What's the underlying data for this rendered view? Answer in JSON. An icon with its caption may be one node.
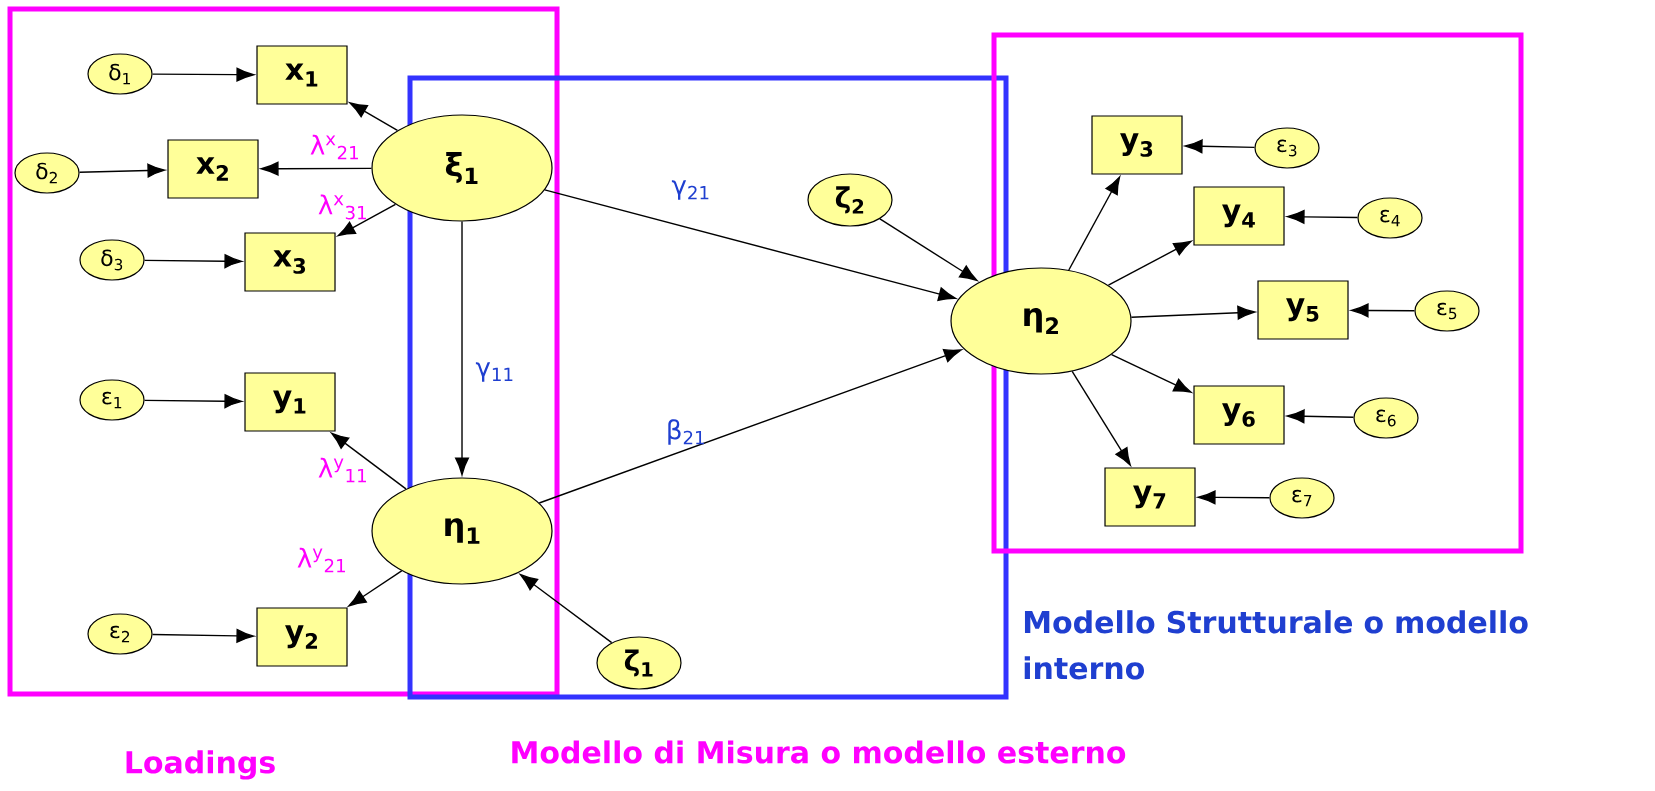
{
  "diagram": {
    "nodes": [
      {
        "text": [
          "δ$_{1}$"
        ]
      },
      {
        "text": [
          "x$_{1}$"
        ]
      },
      {
        "text": [
          "δ$_{2}$"
        ]
      },
      {
        "text": [
          "x$_{2}$"
        ]
      },
      {
        "text": [
          "ξ$_{1}$"
        ]
      },
      {
        "text": [
          "δ$_{3}$"
        ]
      },
      {
        "text": [
          "x$_{3}$"
        ]
      },
      {
        "text": [
          "ζ$_{2}$"
        ]
      },
      {
        "text": [
          "y$_{3}$"
        ]
      },
      {
        "text": [
          "ε$_{3}$"
        ]
      },
      {
        "text": [
          "y$_{4}$"
        ]
      },
      {
        "text": [
          "ε$_{4}$"
        ]
      },
      {
        "text": [
          "η$_{2}$"
        ]
      },
      {
        "text": [
          "y$_{5}$"
        ]
      },
      {
        "text": [
          "ε$_{5}$"
        ]
      },
      {
        "text": [
          "ε$_{1}$"
        ]
      },
      {
        "text": [
          "y$_{1}$"
        ]
      },
      {
        "text": [
          "y$_{6}$"
        ]
      },
      {
        "text": [
          "ε$_{6}$"
        ]
      },
      {
        "text": [
          "η$_{1}$"
        ]
      },
      {
        "text": [
          "y$_{7}$"
        ]
      },
      {
        "text": [
          "ε$_{7}$"
        ]
      },
      {
        "text": [
          "ε$_{2}$"
        ]
      },
      {
        "text": [
          "y$_{2}$"
        ]
      },
      {
        "text": [
          "ζ$_{1}$"
        ]
      }
    ],
    "edges": [
      {
        "from": 0,
        "to": 1,
        "arrow": "to"
      },
      {
        "from": 2,
        "to": 3,
        "arrow": "to"
      },
      {
        "from": 5,
        "to": 6,
        "arrow": "to"
      },
      {
        "from": 4,
        "to": 1,
        "arrow": "to"
      },
      {
        "from": 4,
        "to": 3,
        "arrow": "to",
        "label": "λ$^{x}$$_{21}$"
      },
      {
        "from": 4,
        "to": 6,
        "arrow": "to",
        "label": "λ$^{x}$$_{31}$"
      },
      {
        "from": 4,
        "to": 19,
        "arrow": "to",
        "label": "γ$_{11}$"
      },
      {
        "from": 4,
        "to": 12,
        "arrow": "to",
        "label": "γ$_{21}$"
      },
      {
        "from": 19,
        "to": 12,
        "arrow": "to",
        "label": "β$_{21}$"
      },
      {
        "from": 7,
        "to": 12,
        "arrow": "to"
      },
      {
        "from": 24,
        "to": 19,
        "arrow": "to"
      },
      {
        "from": 15,
        "to": 16,
        "arrow": "to"
      },
      {
        "from": 22,
        "to": 23,
        "arrow": "to"
      },
      {
        "from": 19,
        "to": 16,
        "arrow": "to",
        "label": "λ$^{y}$$_{11}$"
      },
      {
        "from": 19,
        "to": 23,
        "arrow": "to",
        "label": "λ$^{y}$$_{21}$"
      },
      {
        "from": 12,
        "to": 8,
        "arrow": "to"
      },
      {
        "from": 12,
        "to": 10,
        "arrow": "to"
      },
      {
        "from": 12,
        "to": 13,
        "arrow": "to"
      },
      {
        "from": 12,
        "to": 17,
        "arrow": "to"
      },
      {
        "from": 12,
        "to": 20,
        "arrow": "to"
      },
      {
        "from": 9,
        "to": 8,
        "arrow": "to"
      },
      {
        "from": 11,
        "to": 10,
        "arrow": "to"
      },
      {
        "from": 14,
        "to": 13,
        "arrow": "to"
      },
      {
        "from": 18,
        "to": 17,
        "arrow": "to"
      },
      {
        "from": 21,
        "to": 20,
        "arrow": "to"
      }
    ],
    "labels": [
      "Modello Strutturale o modello interno",
      "Loadings",
      "Modello di Misura o modello esterno"
    ]
  }
}
